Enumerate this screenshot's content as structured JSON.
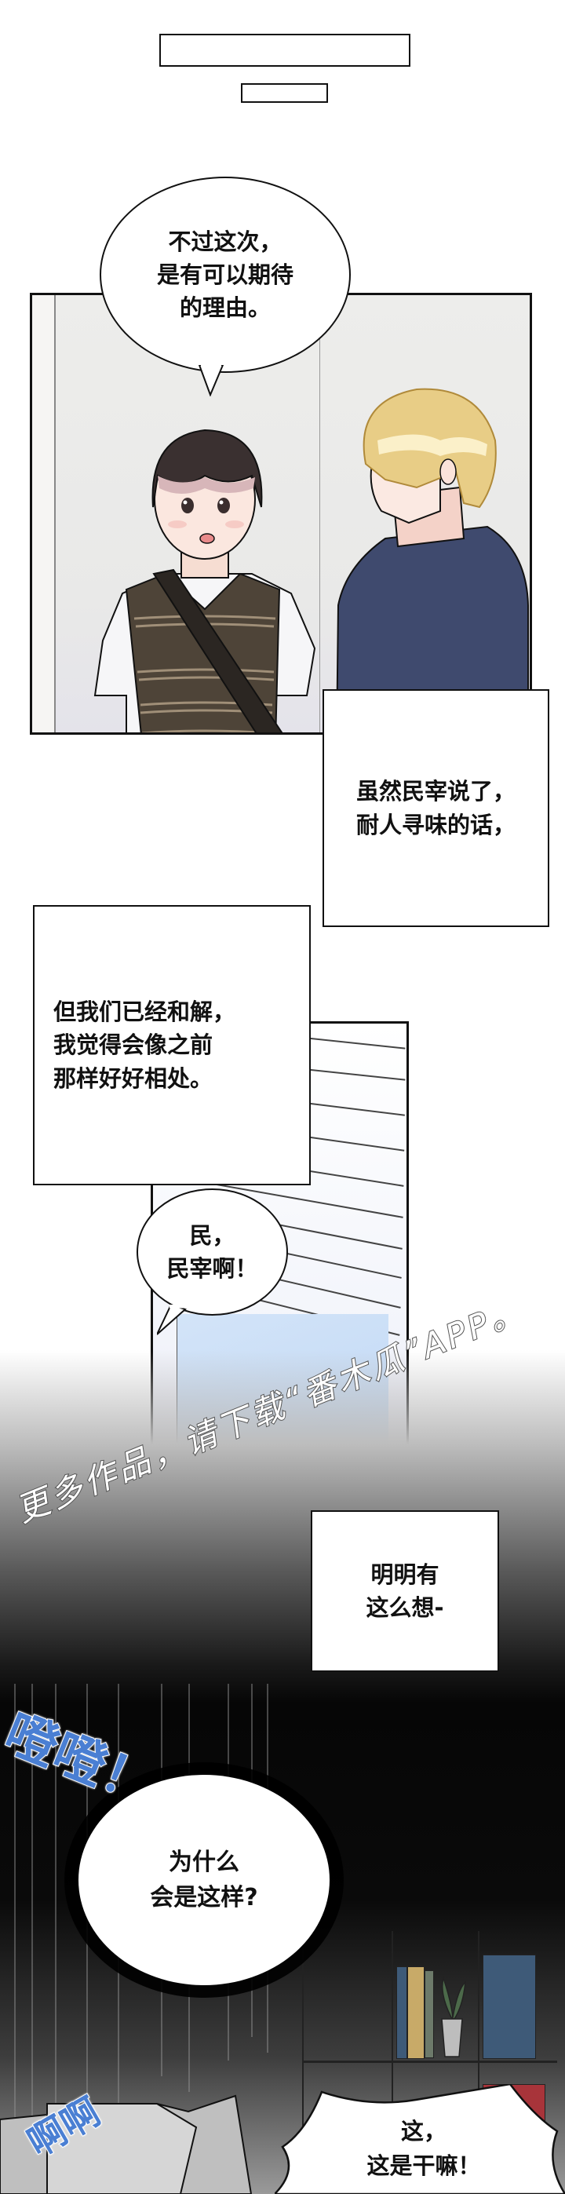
{
  "top_boxes": [
    {
      "label": ""
    },
    {
      "label": ""
    }
  ],
  "panel1": {
    "bubble_text": [
      "不过这次，",
      "是有可以期待",
      "的理由。"
    ],
    "characters": [
      "dark-haired boy in striped vest",
      "blond boy in navy shirt"
    ],
    "caption": [
      "虽然民宰说了，",
      "耐人寻味的话，"
    ]
  },
  "panel2": {
    "caption": [
      "但我们已经和解，",
      "我觉得会像之前",
      "那样好好相处。"
    ],
    "bubble_text": [
      "民，",
      "民宰啊！"
    ],
    "caption2": [
      "明明有",
      "这么想-"
    ]
  },
  "watermark": {
    "text": "更多作品，请下载“番木瓜”APP。"
  },
  "panel3": {
    "sfx_top": "噔噔！",
    "burst_text": [
      "为什么",
      "会是这样?"
    ],
    "spiky_text": [
      "这，",
      "这是干嘛！"
    ],
    "sfx_bottom": "啊啊"
  },
  "colors": {
    "sfx_blue": "#4a7fd3",
    "border": "#111111",
    "blond_hair": "#e8cd86",
    "navy_shirt": "#3f4a6e",
    "vest_brown": "#4e4438",
    "book_red": "#a8343a",
    "book_blue": "#3e5a78",
    "plant_green": "#5a9a4a"
  }
}
